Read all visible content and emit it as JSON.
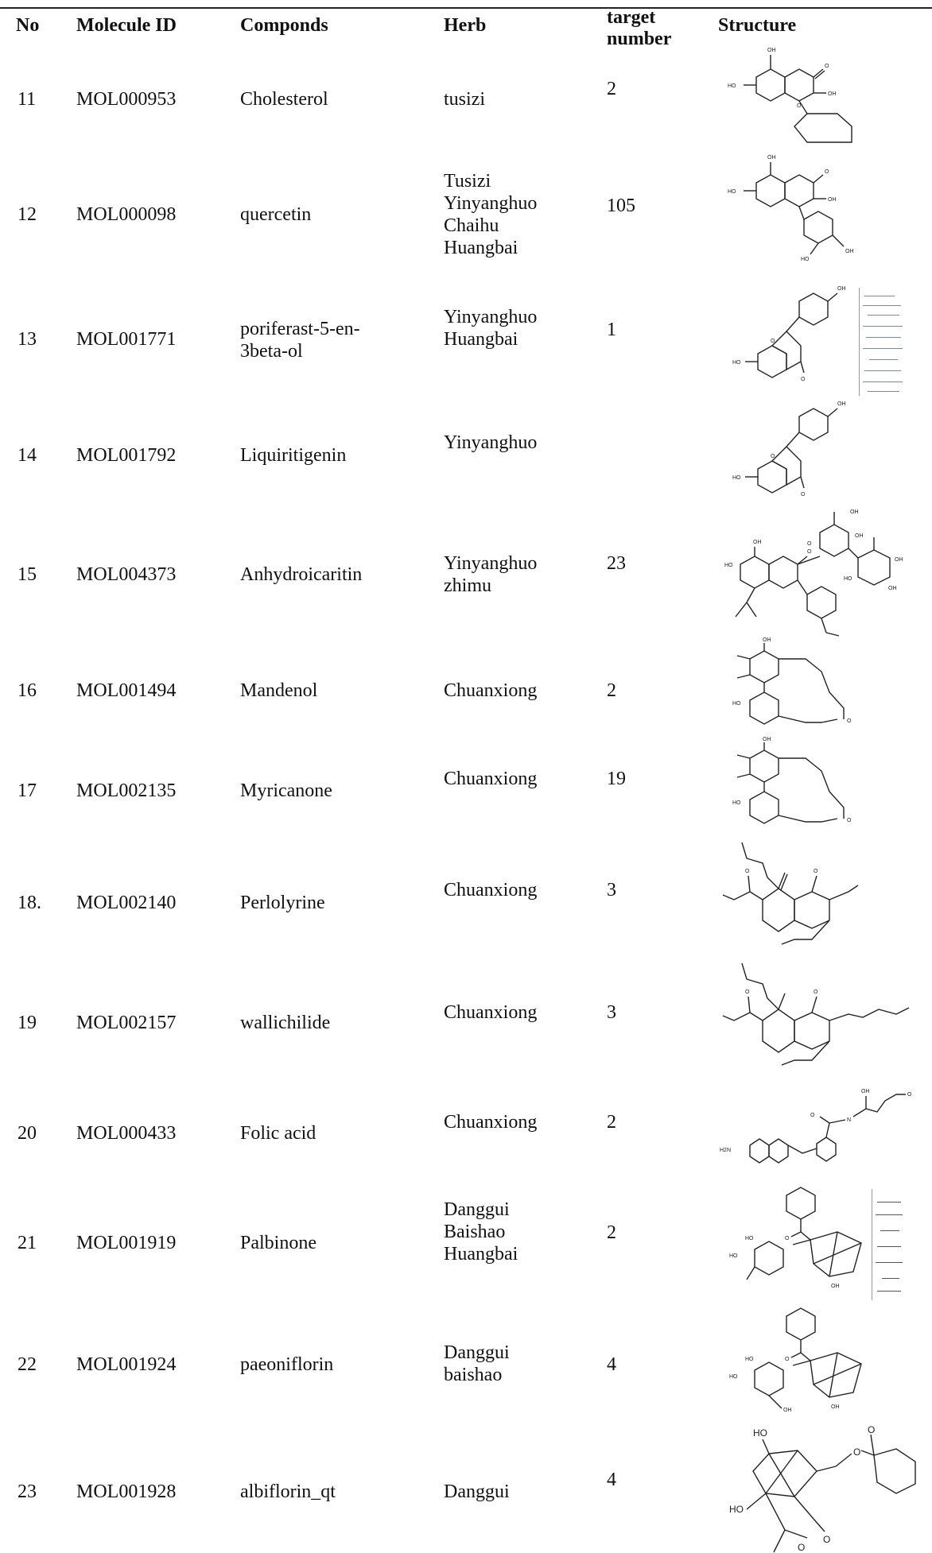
{
  "table": {
    "headers": {
      "no": "No",
      "molecule_id": "Molecule ID",
      "compounds": "Componds",
      "herb": "Herb",
      "target_number": "target\nnumber",
      "structure": "Structure"
    },
    "rows": [
      {
        "no": "11",
        "id": "MOL000953",
        "compound": "Cholesterol",
        "herb": "tusizi",
        "target": "2",
        "structure_icon": "flavone-structure-icon"
      },
      {
        "no": "12",
        "id": "MOL000098",
        "compound": "quercetin",
        "herb": "Tusizi\nYinyanghuo\nChaihu\nHuangbai",
        "target": "105",
        "structure_icon": "quercetin-structure-icon"
      },
      {
        "no": "13",
        "id": "MOL001771",
        "compound": "poriferast-5-en-\n3beta-ol",
        "herb": "Yinyanghuo\nHuangbai",
        "target": "1",
        "structure_icon": "flavanone-structure-icon"
      },
      {
        "no": "14",
        "id": "MOL001792",
        "compound": "Liquiritigenin",
        "herb": "Yinyanghuo",
        "target": "",
        "structure_icon": "liquiritigenin-structure-icon"
      },
      {
        "no": "15",
        "id": "MOL004373",
        "compound": "Anhydroicaritin",
        "herb": "Yinyanghuo\nzhimu",
        "target": "23",
        "structure_icon": "glycoside-structure-icon"
      },
      {
        "no": "16",
        "id": "MOL001494",
        "compound": "Mandenol",
        "herb": "Chuanxiong",
        "target": "2",
        "structure_icon": "macrocycle-structure-icon"
      },
      {
        "no": "17",
        "id": "MOL002135",
        "compound": "Myricanone",
        "herb": "Chuanxiong",
        "target": "19",
        "structure_icon": "myricanone-structure-icon"
      },
      {
        "no": "18.",
        "id": "MOL002140",
        "compound": "Perlolyrine",
        "herb": "Chuanxiong",
        "target": "3",
        "structure_icon": "lactone-structure-icon"
      },
      {
        "no": "19",
        "id": "MOL002157",
        "compound": "wallichilide",
        "herb": "Chuanxiong",
        "target": "3",
        "structure_icon": "wallichilide-structure-icon"
      },
      {
        "no": "20",
        "id": "MOL000433",
        "compound": "Folic acid",
        "herb": "Chuanxiong",
        "target": "2",
        "structure_icon": "folic-acid-structure-icon"
      },
      {
        "no": "21",
        "id": "MOL001919",
        "compound": "Palbinone",
        "herb": "Danggui\nBaishao\nHuangbai",
        "target": "2",
        "structure_icon": "paeoniflorin-structure-icon"
      },
      {
        "no": "22",
        "id": "MOL001924",
        "compound": "paeoniflorin",
        "herb": "Danggui\nbaishao",
        "target": "4",
        "structure_icon": "paeoniflorin-structure-icon"
      },
      {
        "no": "23",
        "id": "MOL001928",
        "compound": "albiflorin_qt",
        "herb": "Danggui",
        "target": "4",
        "structure_icon": "albiflorin-structure-icon"
      }
    ]
  }
}
